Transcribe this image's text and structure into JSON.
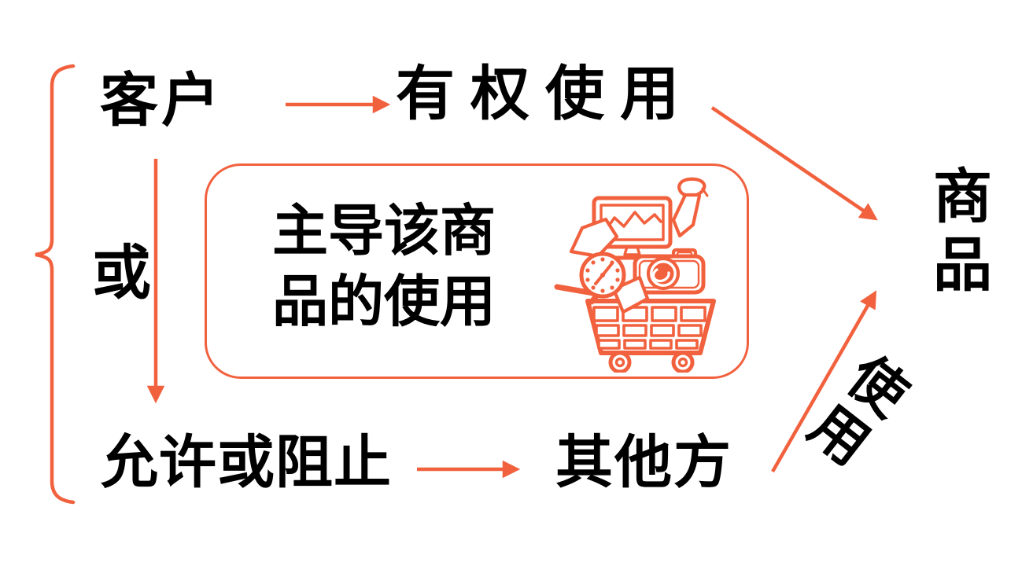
{
  "diagram": {
    "accent_color": "#F2613E",
    "text_color": "#000000",
    "customer_label": "客户",
    "or_label": "或",
    "right_to_use_label": "有权使用",
    "allow_or_block_label": "允许或阻止",
    "other_party_label": "其他方",
    "use_label": "使用",
    "goods_label": "商品",
    "center_box": {
      "line1": "主导该商",
      "line2": "品的使用"
    }
  }
}
